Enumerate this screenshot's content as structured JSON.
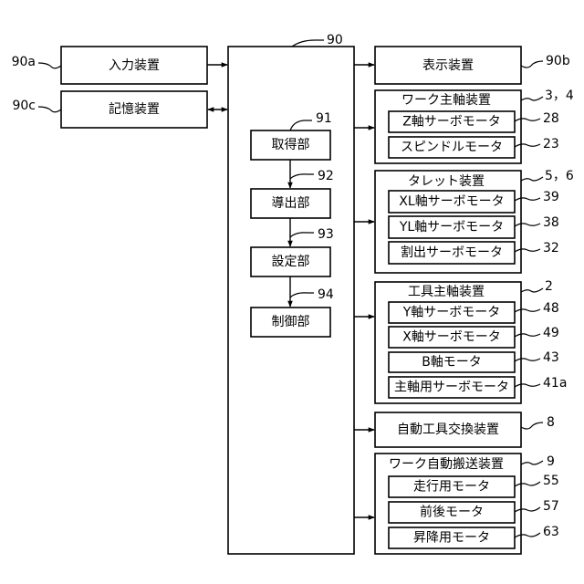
{
  "controller": {
    "ref": "90"
  },
  "input_device": {
    "label": "入力装置",
    "ref": "90a"
  },
  "storage_device": {
    "label": "記憶装置",
    "ref": "90c"
  },
  "display_device": {
    "label": "表示装置",
    "ref": "90b"
  },
  "controller_units": [
    {
      "label": "取得部",
      "ref": "91"
    },
    {
      "label": "導出部",
      "ref": "92"
    },
    {
      "label": "設定部",
      "ref": "93"
    },
    {
      "label": "制御部",
      "ref": "94"
    }
  ],
  "work_spindle": {
    "label": "ワーク主軸装置",
    "ref": "3，4",
    "items": [
      {
        "label": "Z軸サーボモータ",
        "ref": "28"
      },
      {
        "label": "スピンドルモータ",
        "ref": "23"
      }
    ]
  },
  "turret": {
    "label": "タレット装置",
    "ref": "5，6",
    "items": [
      {
        "label": "XL軸サーボモータ",
        "ref": "39"
      },
      {
        "label": "YL軸サーボモータ",
        "ref": "38"
      },
      {
        "label": "割出サーボモータ",
        "ref": "32"
      }
    ]
  },
  "tool_spindle": {
    "label": "工具主軸装置",
    "ref": "2",
    "items": [
      {
        "label": "Y軸サーボモータ",
        "ref": "48"
      },
      {
        "label": "X軸サーボモータ",
        "ref": "49"
      },
      {
        "label": "B軸モータ",
        "ref": "43"
      },
      {
        "label": "主軸用サーボモータ",
        "ref": "41a"
      }
    ]
  },
  "atc": {
    "label": "自動工具交換装置",
    "ref": "8"
  },
  "work_transfer": {
    "label": "ワーク自動搬送装置",
    "ref": "9",
    "items": [
      {
        "label": "走行用モータ",
        "ref": "55"
      },
      {
        "label": "前後モータ",
        "ref": "57"
      },
      {
        "label": "昇降用モータ",
        "ref": "63"
      }
    ]
  }
}
